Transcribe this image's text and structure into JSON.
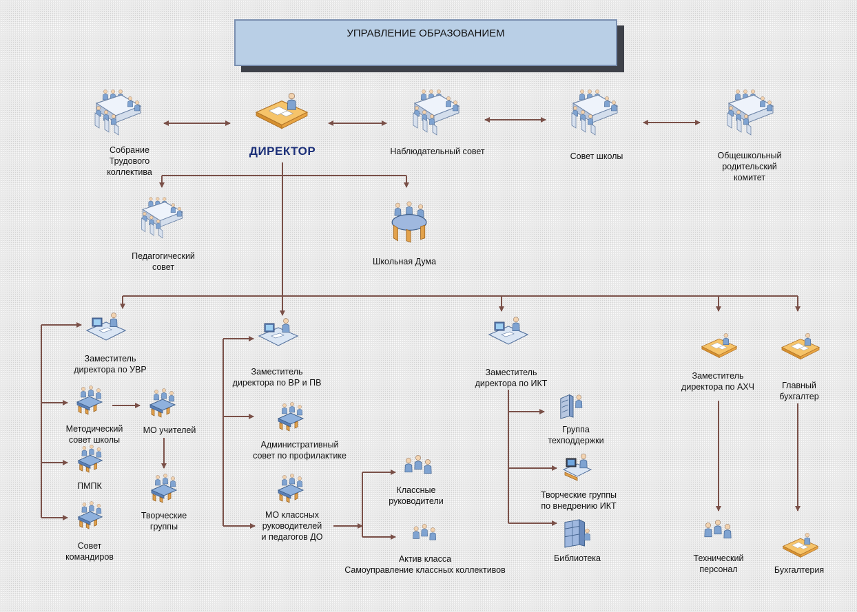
{
  "title": "УПРАВЛЕНИЕ ОБРАЗОВАНИЕМ",
  "colors": {
    "line": "#7a5048",
    "banner": "#b9cfe6",
    "director_text": "#1b2f78"
  },
  "nodes": {
    "sobranie": [
      "Собрание",
      "Трудового",
      "коллектива"
    ],
    "director": "ДИРЕКТОР",
    "nabl_sovet": "Наблюдательный совет",
    "sovet_shkoly": "Совет школы",
    "roditelsky": [
      "Общешкольный",
      "родительский",
      "комитет"
    ],
    "ped_sovet": [
      "Педагогический",
      "совет"
    ],
    "duma": "Школьная Дума",
    "zam_uvr": [
      "Заместитель",
      "директора по УВР"
    ],
    "metod_sovet": [
      "Методический",
      "совет школы"
    ],
    "mo_uchiteley": "МО учителей",
    "pmpk": "ПМПК",
    "tvorch_gruppy": [
      "Творческие",
      "группы"
    ],
    "sovet_komandirov": [
      "Совет",
      "командиров"
    ],
    "zam_vr": [
      "Заместитель",
      "директора по ВР и ПВ"
    ],
    "admin_sovet": [
      "Административный",
      "совет по профилактике"
    ],
    "mo_kl": [
      "МО классных",
      "руководителей",
      "и педагогов ДО"
    ],
    "kl_ruk": [
      "Классные",
      "руководители"
    ],
    "aktiv": [
      "Актив класса",
      "Самоуправление классных коллективов"
    ],
    "zam_ikt": [
      "Заместитель",
      "директора по ИКТ"
    ],
    "tehpodderzhka": [
      "Группа",
      "техподдержки"
    ],
    "tvorch_ikt": [
      "Творческие группы",
      "по внедрению ИКТ"
    ],
    "biblioteka": "Библиотека",
    "zam_ahch": [
      "Заместитель",
      "директора по АХЧ"
    ],
    "tehpersonal": [
      "Технический",
      "персонал"
    ],
    "gl_buh": [
      "Главный",
      "бухгалтер"
    ],
    "buhgalteriya": "Бухгалтерия"
  },
  "icons": {
    "sobranie": "meeting-table-icon",
    "director": "desk-worker-icon",
    "nabl_sovet": "meeting-table-icon",
    "sovet_shkoly": "meeting-table-icon",
    "roditelsky": "meeting-table-icon",
    "ped_sovet": "meeting-table-icon",
    "duma": "round-table-icon",
    "zam_uvr": "computer-user-icon",
    "metod_sovet": "small-meeting-icon",
    "mo_uchiteley": "small-meeting-icon",
    "pmpk": "small-meeting-icon",
    "tvorch_gruppy": "small-meeting-icon",
    "sovet_komandirov": "small-meeting-icon",
    "zam_vr": "computer-user-icon",
    "admin_sovet": "small-meeting-icon",
    "mo_kl": "small-meeting-icon",
    "kl_ruk": "standing-people-icon",
    "aktiv": "standing-people-icon",
    "zam_ikt": "computer-user-icon",
    "tehpodderzhka": "server-person-icon",
    "tvorch_ikt": "workstation-icon",
    "biblioteka": "bookshelf-icon",
    "zam_ahch": "desk-worker-icon",
    "tehpersonal": "standing-people-icon",
    "gl_buh": "desk-worker-icon",
    "buhgalteriya": "desk-worker-icon"
  }
}
